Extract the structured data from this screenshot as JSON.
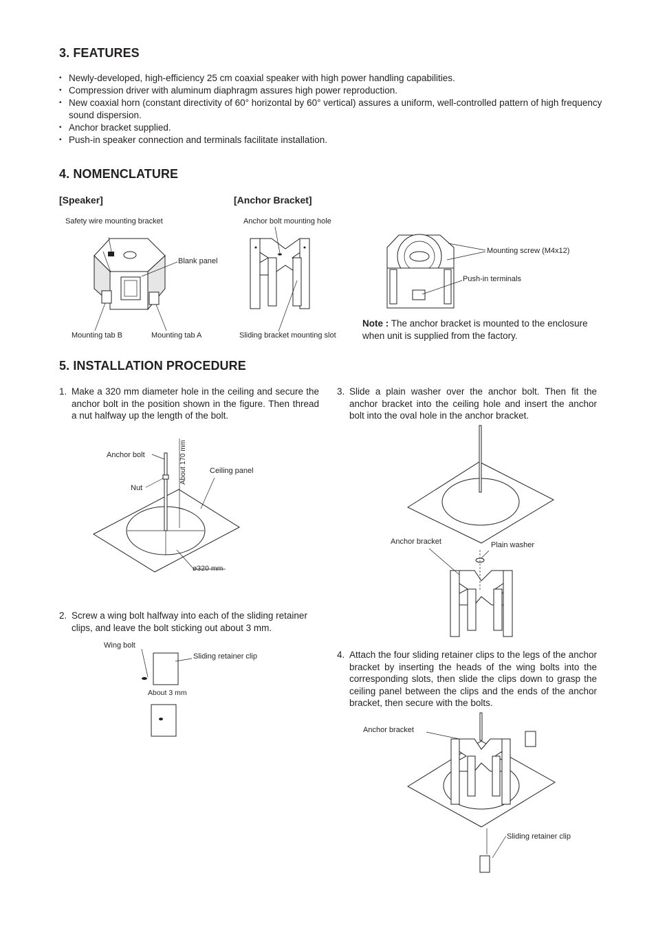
{
  "sections": {
    "features": {
      "heading": "3. FEATURES",
      "bullets": [
        "Newly-developed, high-efficiency 25 cm coaxial speaker with high power handling capabilities.",
        "Compression driver with aluminum diaphragm assures high power reproduction.",
        "New coaxial horn (constant directivity of 60° horizontal by 60° vertical) assures a uniform, well-controlled pattern of high frequency sound dispersion.",
        "Anchor bracket supplied.",
        "Push-in speaker connection  and  terminals facilitate installation."
      ]
    },
    "nomenclature": {
      "heading": "4. NOMENCLATURE",
      "speaker_head": "[Speaker]",
      "anchor_head": "[Anchor Bracket]",
      "labels": {
        "safety_wire": "Safety wire mounting bracket",
        "blank_panel": "Blank panel",
        "tab_b": "Mounting tab B",
        "tab_a": "Mounting tab A",
        "anchor_bolt_hole": "Anchor bolt mounting hole",
        "sliding_slot": "Sliding bracket mounting slot",
        "mounting_screw": "Mounting screw (M4x12)",
        "push_in": "Push-in terminals"
      },
      "note_label": "Note :",
      "note_text": "The anchor bracket is mounted to the enclosure when unit is supplied from the factory."
    },
    "installation": {
      "heading": "5. INSTALLATION PROCEDURE",
      "steps": [
        {
          "num": "1.",
          "text": "Make a 320 mm diameter hole in the ceiling and secure the anchor bolt in the position shown in the figure. Then thread a nut halfway up the length of the bolt."
        },
        {
          "num": "2.",
          "text": "Screw a wing bolt halfway into each of the sliding retainer clips, and leave the bolt sticking out about 3 mm."
        },
        {
          "num": "3.",
          "text": "Slide a plain washer over the anchor bolt. Then fit the anchor bracket into the ceiling hole and insert the anchor bolt into the oval hole in the anchor bracket."
        },
        {
          "num": "4.",
          "text": "Attach the four sliding retainer clips to the legs of the anchor bracket by inserting the heads of the wing bolts into the corresponding slots, then slide the clips down to grasp the ceiling panel between the clips and the ends of the anchor bracket, then secure with the bolts."
        }
      ],
      "fig1": {
        "anchor_bolt": "Anchor bolt",
        "nut": "Nut",
        "about170": "About 170 mm",
        "ceiling_panel": "Ceiling panel",
        "dia": "ø320 mm"
      },
      "fig2": {
        "wing_bolt": "Wing bolt",
        "sliding_clip": "Sliding retainer clip",
        "about3": "About 3 mm"
      },
      "fig3": {
        "anchor_bracket": "Anchor bracket",
        "plain_washer": "Plain washer"
      },
      "fig4": {
        "anchor_bracket": "Anchor bracket",
        "sliding_clip": "Sliding retainer clip"
      }
    }
  }
}
